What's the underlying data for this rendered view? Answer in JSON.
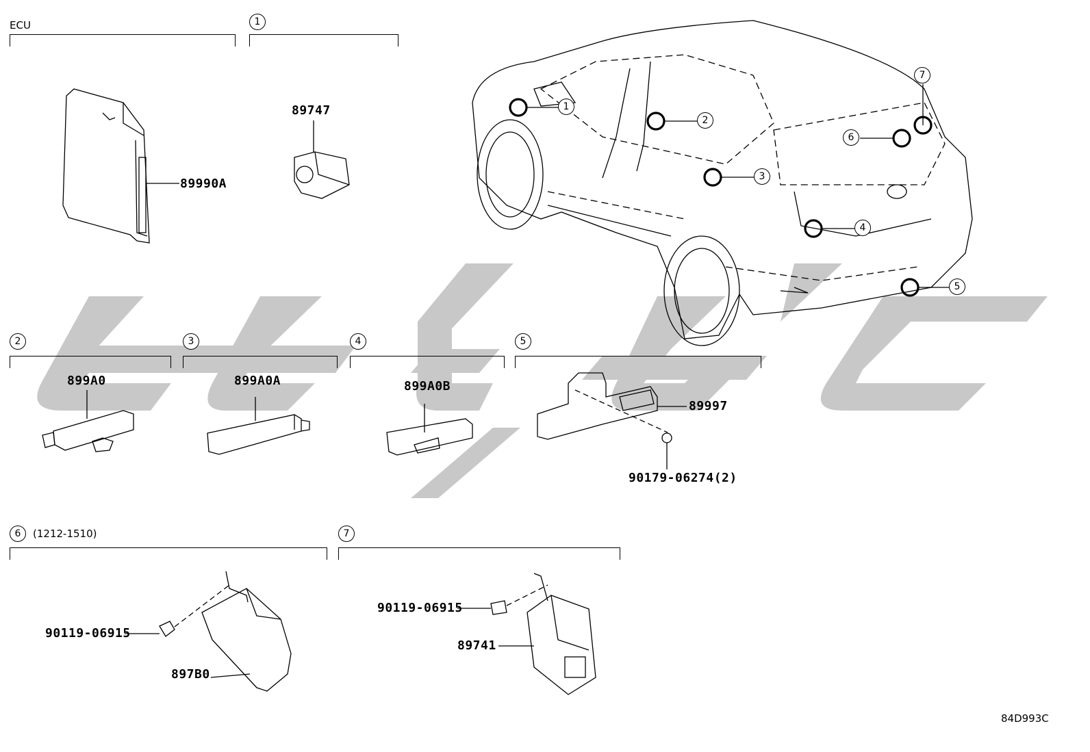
{
  "diagram_code": "84D993C",
  "groups": {
    "ecu": {
      "title": "ECU"
    },
    "g1": {
      "num": "1"
    },
    "g2": {
      "num": "2"
    },
    "g3": {
      "num": "3"
    },
    "g4": {
      "num": "4"
    },
    "g5": {
      "num": "5"
    },
    "g6": {
      "num": "6",
      "note": "(1212-1510)"
    },
    "g7": {
      "num": "7"
    }
  },
  "parts": {
    "ecu_main": "89990A",
    "p1": "89747",
    "p2": "899A0",
    "p3": "899A0A",
    "p4": "899A0B",
    "p5_bracket": "89997",
    "p5_nut": "90179-06274(2)",
    "p6_bolt": "90119-06915",
    "p6_unit": "897B0",
    "p7_bolt": "90119-06915",
    "p7_unit": "89741"
  },
  "vehicle_callouts": [
    "1",
    "2",
    "3",
    "4",
    "5",
    "6",
    "7"
  ],
  "colors": {
    "watermark": "#c8c8c8",
    "line": "#000000"
  }
}
